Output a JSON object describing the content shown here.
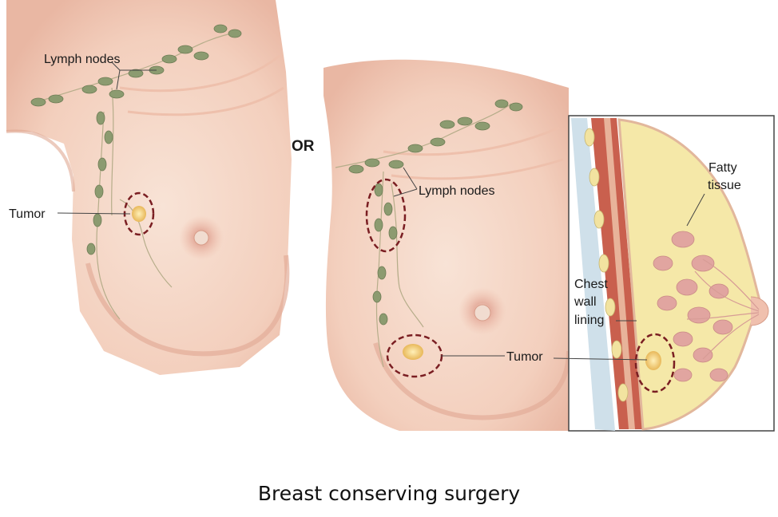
{
  "left_panel": {
    "lymph_nodes_label": "Lymph nodes",
    "tumor_label": "Tumor"
  },
  "separator_label": "OR",
  "right_panel": {
    "lymph_nodes_label": "Lymph nodes",
    "tumor_label": "Tumor"
  },
  "cross_section": {
    "fatty_tissue_label_line1": "Fatty",
    "fatty_tissue_label_line2": "tissue",
    "chest_wall_label_line1": "Chest",
    "chest_wall_label_line2": "wall",
    "chest_wall_label_line3": "lining"
  },
  "caption": "Breast conserving surgery",
  "colors": {
    "skin": "#f4d3c2",
    "skin_shadow": "#e6b29e",
    "lymph_node": "#8a9a6e",
    "tumor_outline": "#7a1e22",
    "tumor": "#f2cf7a",
    "fatty_tissue": "#f5e8a8",
    "gland": "#e1a5a0"
  }
}
